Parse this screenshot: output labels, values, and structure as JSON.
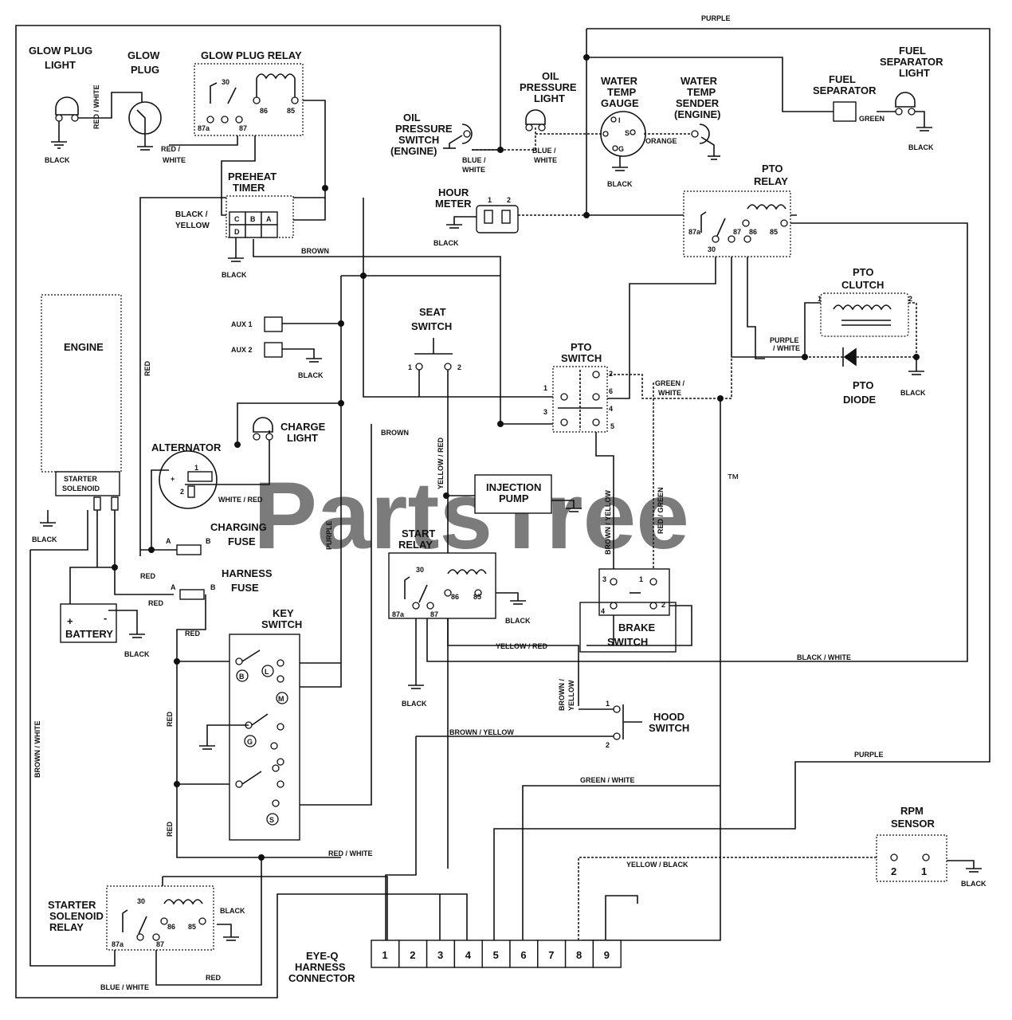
{
  "labels": {
    "glow_plug_light": [
      "GLOW PLUG",
      "LIGHT"
    ],
    "glow_plug": [
      "GLOW",
      "PLUG"
    ],
    "glow_plug_relay": "GLOW PLUG RELAY",
    "oil_pressure_switch": [
      "OIL",
      "PRESSURE",
      "SWITCH",
      "(ENGINE)"
    ],
    "oil_pressure_light": [
      "OIL",
      "PRESSURE",
      "LIGHT"
    ],
    "water_temp_gauge": [
      "WATER",
      "TEMP",
      "GAUGE"
    ],
    "water_temp_sender": [
      "WATER",
      "TEMP",
      "SENDER",
      "(ENGINE)"
    ],
    "fuel_separator": [
      "FUEL",
      "SEPARATOR"
    ],
    "fuel_separator_light": [
      "FUEL",
      "SEPARATOR",
      "LIGHT"
    ],
    "preheat_timer": [
      "PREHEAT",
      "TIMER"
    ],
    "hour_meter": [
      "HOUR",
      "METER"
    ],
    "pto_relay": [
      "PTO",
      "RELAY"
    ],
    "pto_clutch": [
      "PTO",
      "CLUTCH"
    ],
    "pto_diode": [
      "PTO",
      "DIODE"
    ],
    "engine": "ENGINE",
    "starter_solenoid": [
      "STARTER",
      "SOLENOID"
    ],
    "seat_switch": [
      "SEAT",
      "SWITCH"
    ],
    "pto_switch": [
      "PTO",
      "SWITCH"
    ],
    "alternator": "ALTERNATOR",
    "charge_light": [
      "CHARGE",
      "LIGHT"
    ],
    "charging_fuse": [
      "CHARGING",
      "FUSE"
    ],
    "harness_fuse": [
      "HARNESS",
      "FUSE"
    ],
    "battery": "BATTERY",
    "key_switch": [
      "KEY",
      "SWITCH"
    ],
    "injection_pump": [
      "INJECTION",
      "PUMP"
    ],
    "start_relay": [
      "START",
      "RELAY"
    ],
    "brake_switch": [
      "BRAKE",
      "SWITCH"
    ],
    "hood_switch": [
      "HOOD",
      "SWITCH"
    ],
    "rpm_sensor": [
      "RPM",
      "SENSOR"
    ],
    "starter_solenoid_relay": [
      "STARTER",
      "SOLENOID",
      "RELAY"
    ],
    "eyeq_connector": [
      "EYE-Q",
      "HARNESS",
      "CONNECTOR"
    ],
    "aux1": "AUX 1",
    "aux2": "AUX 2"
  },
  "wires": {
    "purple": "PURPLE",
    "red_white": "RED / WHITE",
    "red": "RED",
    "black": "BLACK",
    "black_yellow": [
      "BLACK /",
      "YELLOW"
    ],
    "brown": "BROWN",
    "blue_white": "BLUE / WHITE",
    "blue_white_2": [
      "BLUE /",
      "WHITE"
    ],
    "green": "GREEN",
    "orange": "ORANGE",
    "green_white": "GREEN / WHITE",
    "purple_white": [
      "PURPLE",
      "/ WHITE"
    ],
    "yellow_red": "YELLOW / RED",
    "white_red": "WHITE / RED",
    "brown_yellow": "BROWN / YELLOW",
    "brown_yellow_v": [
      "BROWN /",
      "YELLOW"
    ],
    "red_green": "RED / GREEN",
    "black_white": "BLACK / WHITE",
    "brown_white": "BROWN / WHITE",
    "yellow_black": "YELLOW / BLACK"
  },
  "terminals": {
    "relay": [
      "30",
      "87a",
      "87",
      "86",
      "85"
    ],
    "preheat": [
      "C",
      "B",
      "A",
      "D"
    ],
    "hour_meter": [
      "1",
      "2"
    ],
    "gauge": [
      "I",
      "S",
      "G"
    ],
    "seat": [
      "1",
      "2"
    ],
    "pto_switch": [
      "1",
      "2",
      "3",
      "4",
      "5",
      "6"
    ],
    "pto_clutch": [
      "1",
      "2"
    ],
    "alternator": [
      "+",
      "1",
      "2"
    ],
    "fuse": [
      "A",
      "B"
    ],
    "battery": [
      "+",
      "-"
    ],
    "key": [
      "B",
      "L",
      "M",
      "G",
      "S"
    ],
    "brake": [
      "3",
      "1",
      "4",
      "2"
    ],
    "hood": [
      "1",
      "2"
    ],
    "rpm": [
      "2",
      "1"
    ],
    "eyeq": [
      "1",
      "2",
      "3",
      "4",
      "5",
      "6",
      "7",
      "8",
      "9"
    ]
  },
  "watermark": "PartsTree",
  "trademark": "™"
}
